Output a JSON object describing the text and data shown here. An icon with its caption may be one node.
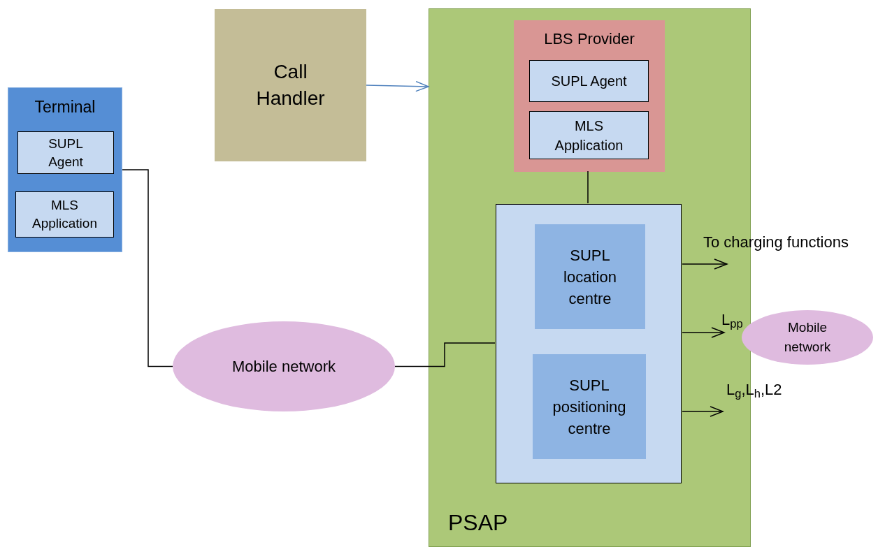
{
  "diagram": {
    "nodes": [
      {
        "text": [
          "Terminal"
        ]
      },
      {
        "text": [
          "SUPL Agent"
        ],
        "in": 0
      },
      {
        "text": [
          "MLS Application"
        ],
        "in": 0
      },
      {
        "text": [
          "Call Handler"
        ]
      },
      {
        "text": [
          "PSAP"
        ]
      },
      {
        "text": [
          "LBS Provider"
        ],
        "in": 4
      },
      {
        "text": [
          "SUPL Agent"
        ],
        "in": 5
      },
      {
        "text": [
          "MLS Application"
        ],
        "in": 5
      },
      {
        "text": [],
        "shape": "box",
        "in": 4
      },
      {
        "text": [
          "SUPL location centre"
        ],
        "in": 8
      },
      {
        "text": [
          "SUPL positioning centre"
        ],
        "in": 8
      },
      {
        "text": [
          "Mobile network"
        ]
      },
      {
        "text": [
          "Mobile network"
        ]
      }
    ],
    "edges": [
      {
        "from": 0,
        "to": 11,
        "arrow": "none"
      },
      {
        "from": 11,
        "to": 8,
        "arrow": "none"
      },
      {
        "from": 3,
        "to": 4,
        "arrow": "to",
        "color": "#4f81bd"
      },
      {
        "from": 5,
        "to": 8,
        "arrow": "none"
      },
      {
        "from": 8,
        "to": null,
        "arrow": "to",
        "label": "To charging functions"
      },
      {
        "from": 8,
        "to": 12,
        "arrow": "to",
        "label": "L$_{pp}$"
      },
      {
        "from": 8,
        "to": null,
        "arrow": "to",
        "label": "L$_{g}$,L$_{h}$,L2"
      }
    ]
  }
}
